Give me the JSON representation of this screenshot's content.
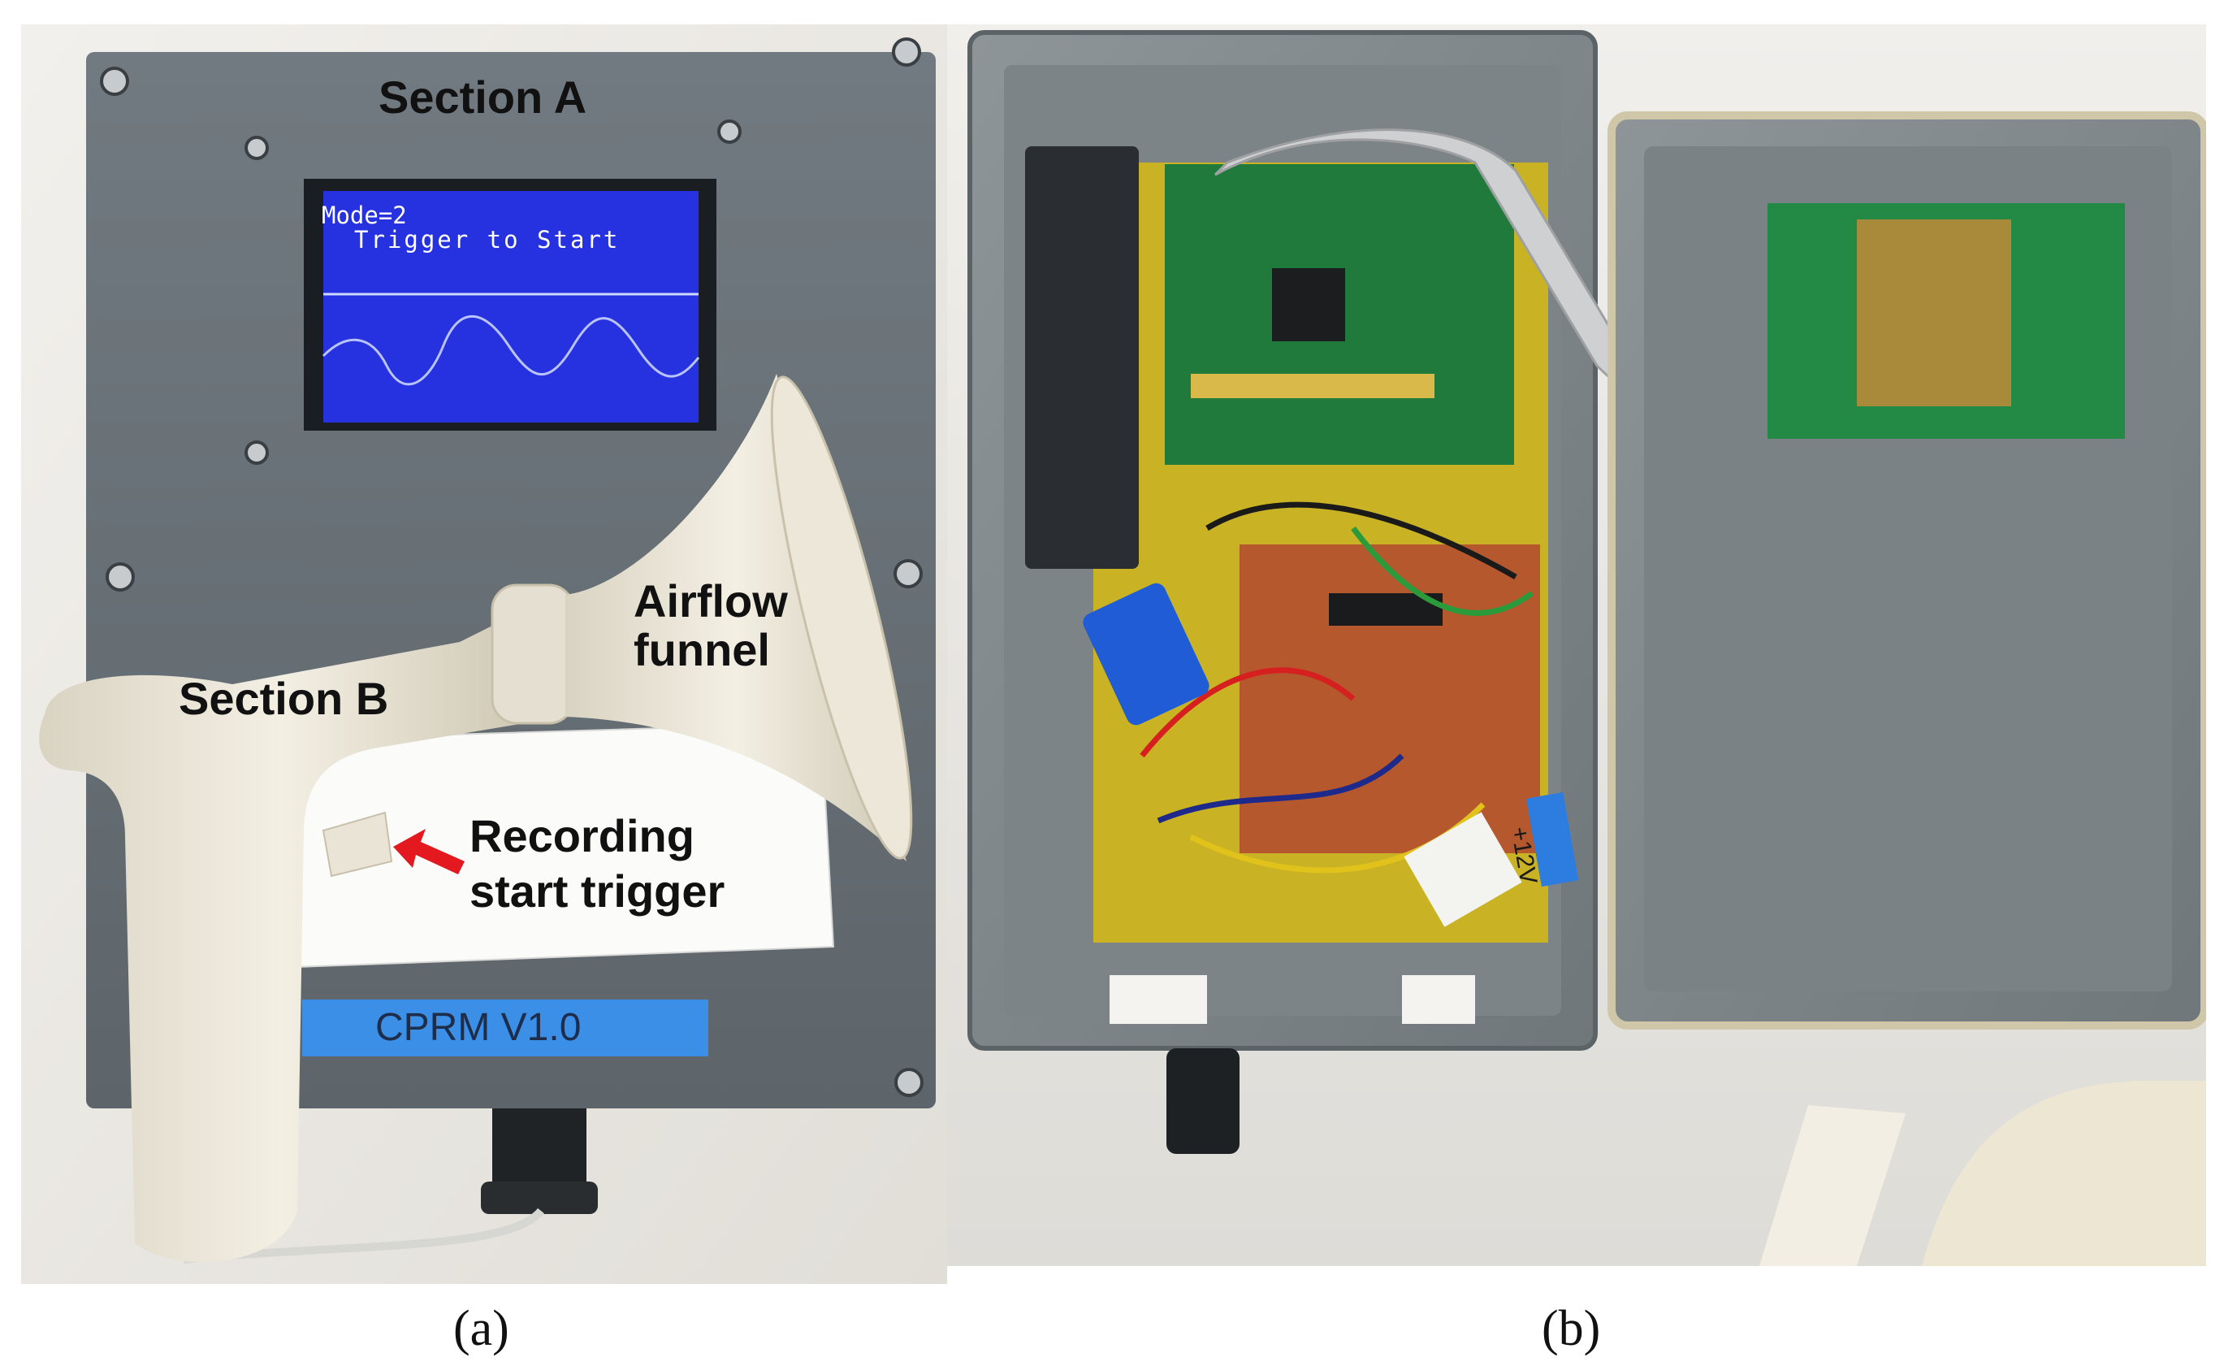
{
  "panel_a": {
    "labels": {
      "section_a": "Section A",
      "section_b": "Section B",
      "airflow_funnel": "Airflow\nfunnel",
      "recording_trigger": "Recording\nstart trigger"
    },
    "lcd": {
      "mode_line": "Mode=2",
      "status_line": "Trigger to Start"
    },
    "device_tag": "CPRM V1.0",
    "caption": "(a)"
  },
  "panel_b": {
    "wire_label": "+12V",
    "caption": "(b)"
  },
  "colors": {
    "enclosure_grey": "#6a7278",
    "lcd_blue": "#2631e0",
    "tag_blue": "#3b8fe6",
    "pcb_green": "#1f7a3c",
    "trigger_arrow": "#e3191f"
  }
}
